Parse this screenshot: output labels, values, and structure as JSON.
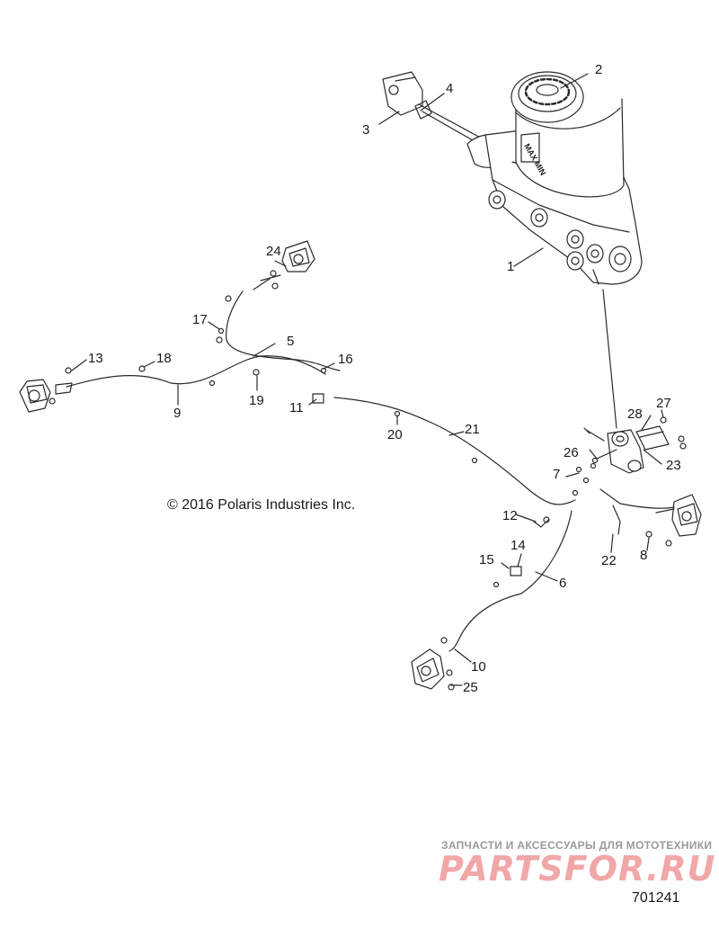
{
  "copyright": "© 2016 Polaris Industries Inc.",
  "figure_number": "701241",
  "watermark": {
    "caption": "ЗАПЧАСТИ И АКСЕССУАРЫ ДЛЯ МОТОТЕХНИКИ",
    "logo": "PARTSFOR.RU"
  },
  "callouts": [
    "1",
    "2",
    "3",
    "4",
    "5",
    "6",
    "7",
    "8",
    "9",
    "10",
    "11",
    "12",
    "13",
    "14",
    "15",
    "16",
    "17",
    "18",
    "19",
    "20",
    "21",
    "22",
    "23",
    "24",
    "25",
    "26",
    "27",
    "28"
  ],
  "reservoir_label": "MAX MIN",
  "colors": {
    "line": "#2a2a2a",
    "fill": "#ffffff",
    "watermark": "#e13c3c"
  }
}
